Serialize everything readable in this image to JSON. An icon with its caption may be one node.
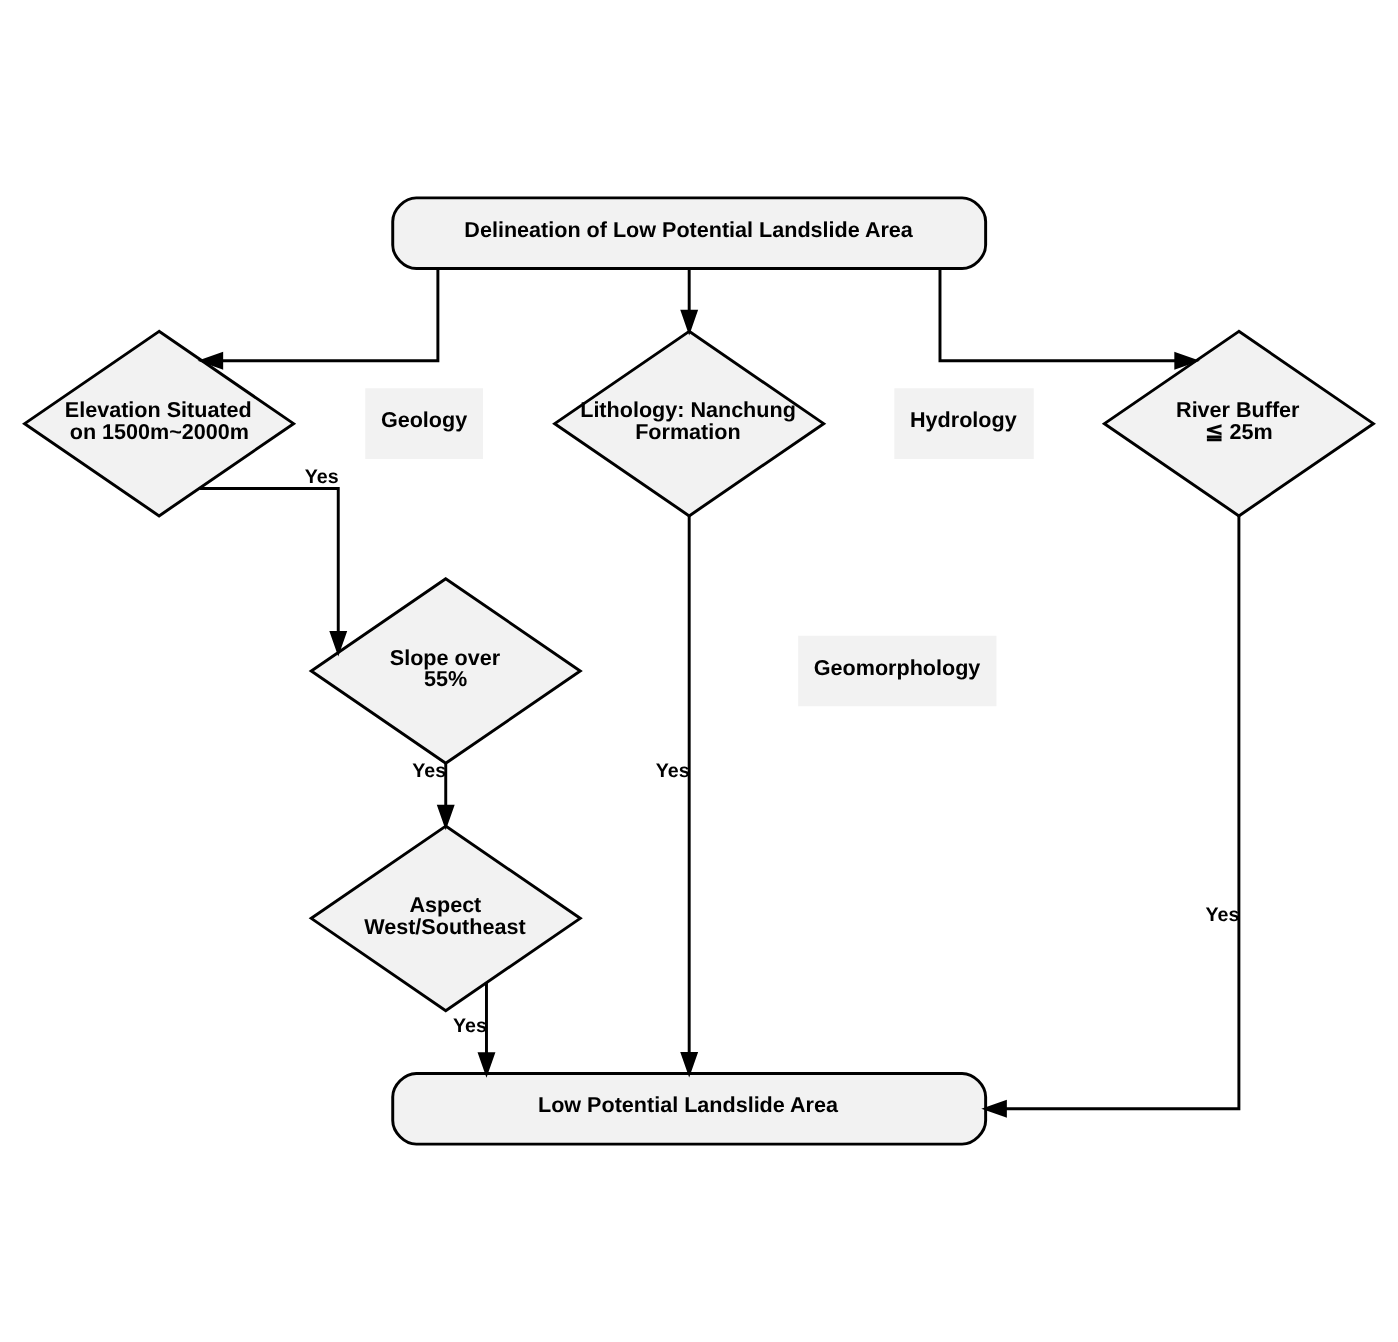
{
  "diagram": {
    "nodes": [
      {
        "text": [
          "Delineation of Low Potential Landslide Area"
        ]
      },
      {
        "text": [
          "Elevation Situated on 1500m~2000m"
        ]
      },
      {
        "text": [
          "Lithology: Nanchung Formation"
        ]
      },
      {
        "text": [
          "River Buffer ≦ 25m"
        ]
      },
      {
        "text": [
          "Slope over 55%"
        ]
      },
      {
        "text": [
          "Aspect West/Southeast"
        ]
      },
      {
        "text": [
          "Low Potential Landslide Area"
        ]
      }
    ],
    "edges": [
      {
        "from": 0,
        "to": 1,
        "arrow": "to"
      },
      {
        "from": 0,
        "to": 2,
        "arrow": "to"
      },
      {
        "from": 0,
        "to": 3,
        "arrow": "to"
      },
      {
        "from": 1,
        "to": 4,
        "arrow": "to",
        "label": "Yes"
      },
      {
        "from": 4,
        "to": 5,
        "arrow": "to",
        "label": "Yes"
      },
      {
        "from": 5,
        "to": 6,
        "arrow": "to",
        "label": "Yes"
      },
      {
        "from": 2,
        "to": 6,
        "arrow": "to",
        "label": "Yes"
      },
      {
        "from": 3,
        "to": 6,
        "arrow": "to",
        "label": "Yes"
      }
    ],
    "labels": [
      "Geomorphology",
      "Geology",
      "Hydrology"
    ]
  }
}
